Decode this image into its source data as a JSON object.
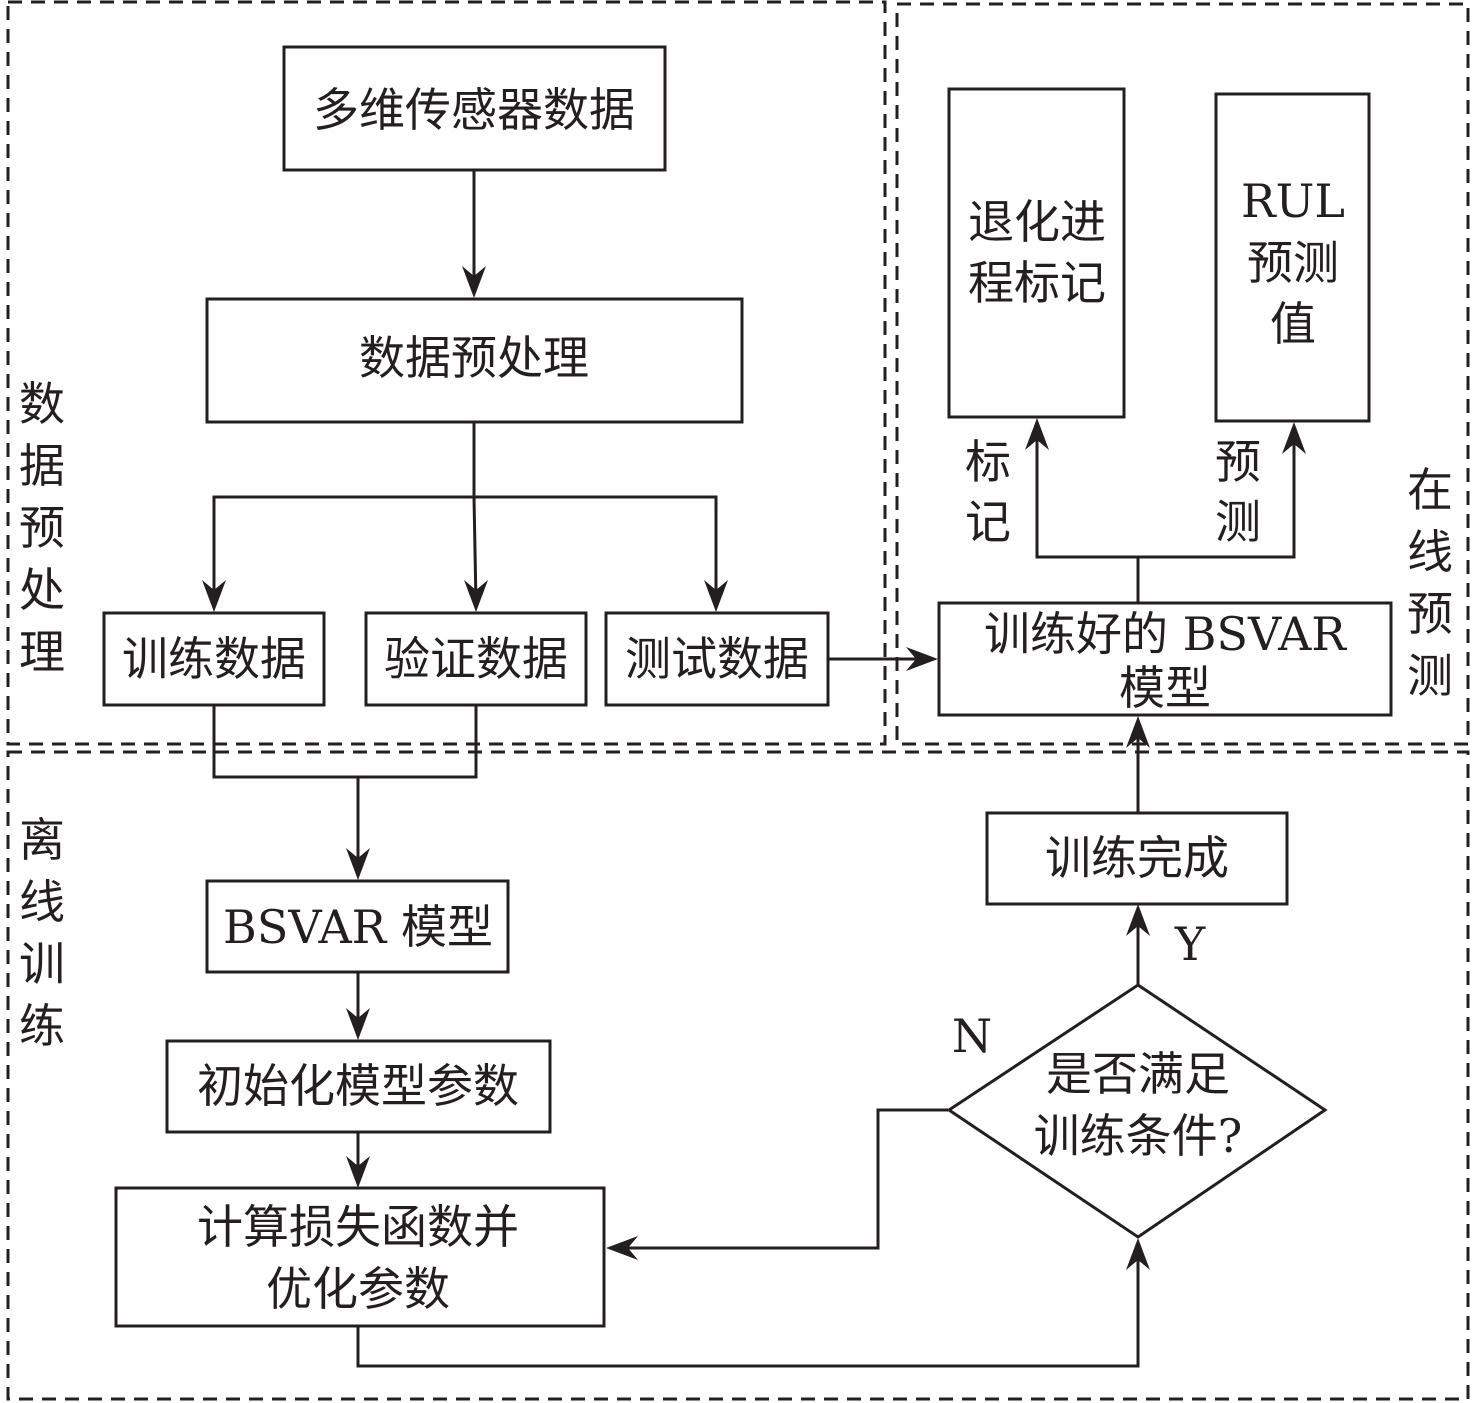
{
  "regions": {
    "preprocess": {
      "label": [
        "数",
        "据",
        "预",
        "处",
        "理"
      ]
    },
    "online": {
      "label": [
        "在",
        "线",
        "预",
        "测"
      ]
    },
    "offline": {
      "label": [
        "离",
        "线",
        "训",
        "练"
      ]
    }
  },
  "nodes": {
    "sensor": [
      "多维传感器数据"
    ],
    "preprocess": [
      "数据预处理"
    ],
    "train_data": [
      "训练数据"
    ],
    "valid_data": [
      "验证数据"
    ],
    "test_data": [
      "测试数据"
    ],
    "trained_model": [
      "训练好的 BSVAR",
      "模型"
    ],
    "degradation": [
      "退化进",
      "程标记"
    ],
    "rul": [
      "RUL",
      "预测",
      "值"
    ],
    "bsvar": [
      "BSVAR 模型"
    ],
    "init": [
      "初始化模型参数"
    ],
    "loss": [
      "计算损失函数并",
      "优化参数"
    ],
    "decision": [
      "是否满足",
      "训练条件?"
    ],
    "done": [
      "训练完成"
    ]
  },
  "edge_labels": {
    "mark": [
      "标",
      "记"
    ],
    "predict": [
      "预",
      "测"
    ],
    "yes": "Y",
    "no": "N"
  }
}
